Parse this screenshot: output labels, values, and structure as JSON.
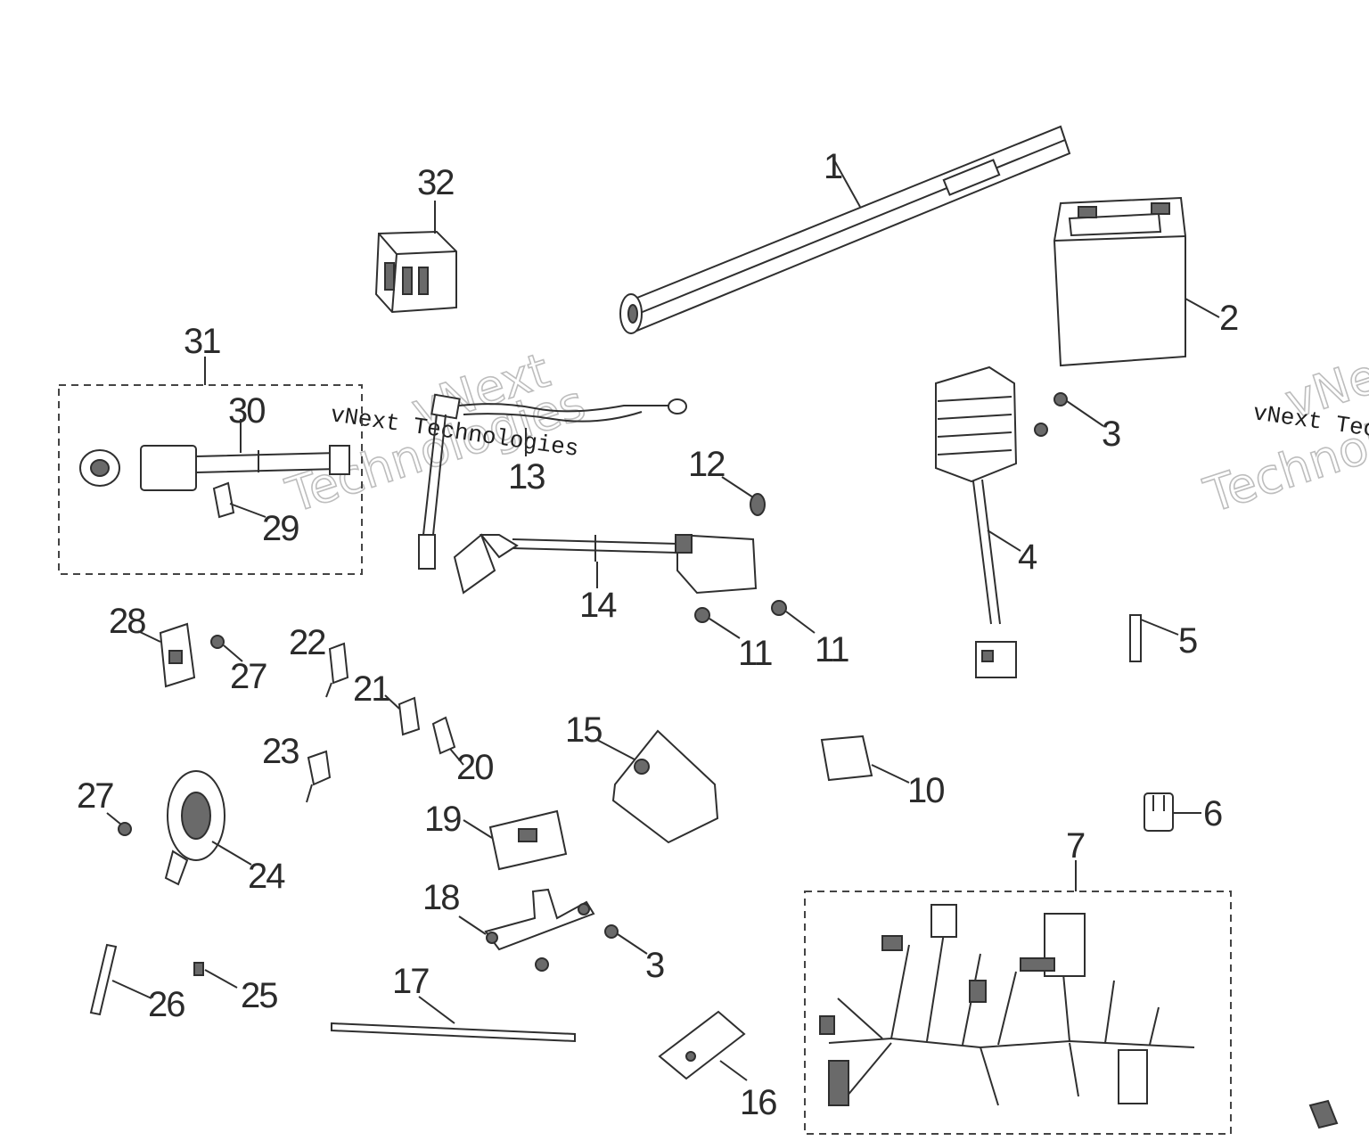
{
  "watermark": {
    "brand": "vNext Technologies",
    "line1": "vNext",
    "line2": "Technologies"
  },
  "callouts": [
    {
      "id": "1",
      "label": "1"
    },
    {
      "id": "2",
      "label": "2"
    },
    {
      "id": "3a",
      "label": "3"
    },
    {
      "id": "3b",
      "label": "3"
    },
    {
      "id": "4",
      "label": "4"
    },
    {
      "id": "5",
      "label": "5"
    },
    {
      "id": "6",
      "label": "6"
    },
    {
      "id": "7",
      "label": "7"
    },
    {
      "id": "10",
      "label": "10"
    },
    {
      "id": "11a",
      "label": "11"
    },
    {
      "id": "11b",
      "label": "11"
    },
    {
      "id": "12",
      "label": "12"
    },
    {
      "id": "13",
      "label": "13"
    },
    {
      "id": "14",
      "label": "14"
    },
    {
      "id": "15",
      "label": "15"
    },
    {
      "id": "16",
      "label": "16"
    },
    {
      "id": "17",
      "label": "17"
    },
    {
      "id": "18",
      "label": "18"
    },
    {
      "id": "19",
      "label": "19"
    },
    {
      "id": "20",
      "label": "20"
    },
    {
      "id": "21",
      "label": "21"
    },
    {
      "id": "22",
      "label": "22"
    },
    {
      "id": "23",
      "label": "23"
    },
    {
      "id": "24",
      "label": "24"
    },
    {
      "id": "25",
      "label": "25"
    },
    {
      "id": "26",
      "label": "26"
    },
    {
      "id": "27a",
      "label": "27"
    },
    {
      "id": "27b",
      "label": "27"
    },
    {
      "id": "28",
      "label": "28"
    },
    {
      "id": "29",
      "label": "29"
    },
    {
      "id": "30",
      "label": "30"
    },
    {
      "id": "31",
      "label": "31"
    },
    {
      "id": "32",
      "label": "32"
    }
  ]
}
